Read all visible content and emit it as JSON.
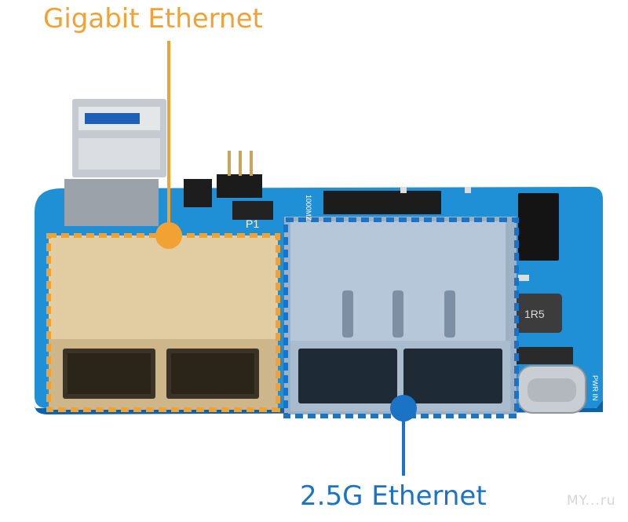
{
  "labels": {
    "gigabit": "Gigabit Ethernet",
    "ethernet_25g": "2.5G Ethernet"
  },
  "silkscreen": {
    "p1": "P1",
    "inductor": "1R5",
    "clock": "1000MZ",
    "power_in": "PWR IN"
  },
  "watermark": "MY...ru",
  "colors": {
    "gigabit": "#f2a233",
    "ethernet_25g": "#1a73c4",
    "pcb": "#1f8fd6"
  }
}
